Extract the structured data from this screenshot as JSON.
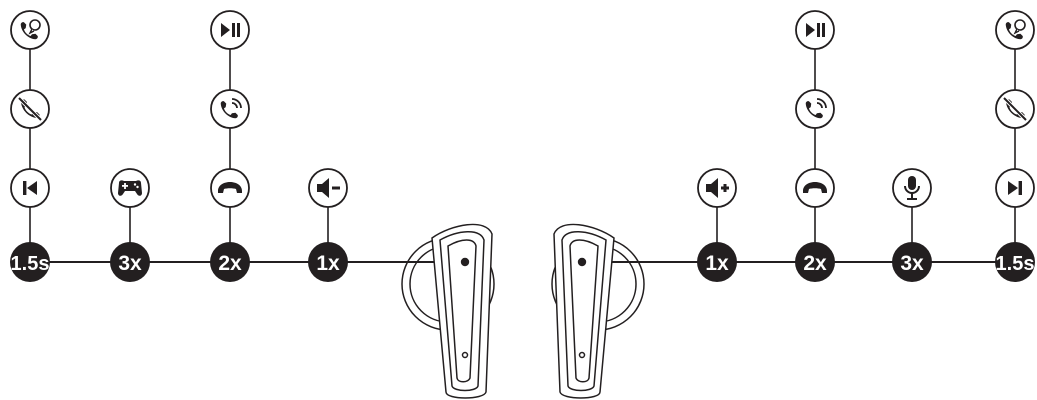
{
  "colors": {
    "ink": "#231f20",
    "paper": "#ffffff"
  },
  "left": {
    "tap_labels": [
      "1.5s",
      "3x",
      "2x",
      "1x"
    ],
    "columns": [
      {
        "icons": [
          "prev-track-icon",
          "decline-call-icon",
          "voice-assistant-call-icon"
        ]
      },
      {
        "icons": [
          "gamepad-icon"
        ]
      },
      {
        "icons": [
          "hang-up-icon",
          "answer-call-icon",
          "play-pause-icon"
        ]
      },
      {
        "icons": [
          "volume-down-icon"
        ]
      }
    ]
  },
  "right": {
    "tap_labels": [
      "1x",
      "2x",
      "3x",
      "1.5s"
    ],
    "columns": [
      {
        "icons": [
          "volume-up-icon"
        ]
      },
      {
        "icons": [
          "hang-up-icon",
          "answer-call-icon",
          "play-pause-icon"
        ]
      },
      {
        "icons": [
          "microphone-icon"
        ]
      },
      {
        "icons": [
          "next-track-icon",
          "decline-call-icon",
          "voice-assistant-call-icon"
        ]
      }
    ]
  }
}
